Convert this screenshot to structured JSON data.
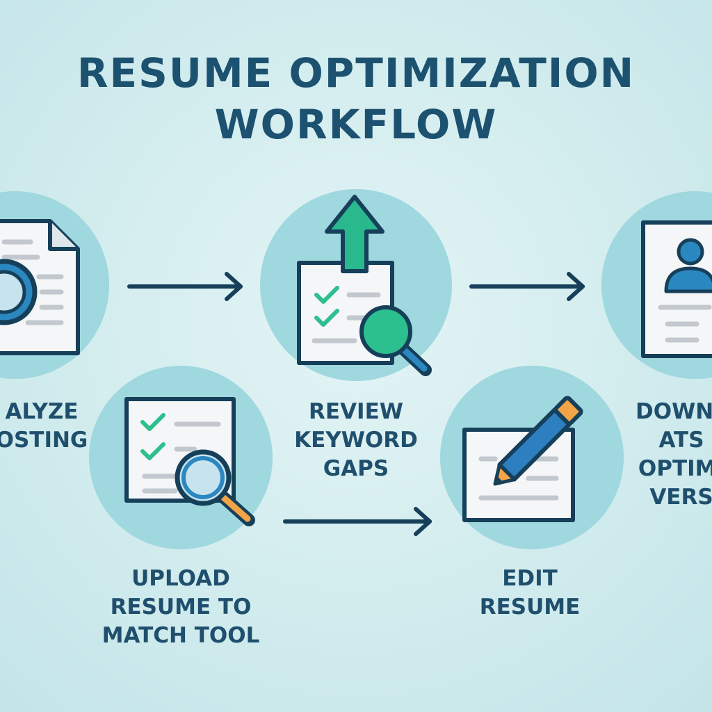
{
  "title": {
    "line1": "RESUME OPTIMIZATION",
    "line2": "WORKFLOW"
  },
  "steps": [
    {
      "id": "analyze",
      "lines": [
        "ALYZE",
        "OSTING"
      ],
      "icon": "document-magnifier-icon"
    },
    {
      "id": "review",
      "lines": [
        "REVIEW",
        "KEYWORD",
        "GAPS"
      ],
      "icon": "checklist-upload-magnifier-icon"
    },
    {
      "id": "download",
      "lines": [
        "DOWNL",
        "ATS",
        "OPTIMI",
        "VERS"
      ],
      "icon": "profile-document-icon"
    },
    {
      "id": "upload",
      "lines": [
        "UPLOAD",
        "RESUME TO",
        "MATCH TOOL"
      ],
      "icon": "checklist-magnifier-icon"
    },
    {
      "id": "edit",
      "lines": [
        "EDIT",
        "RESUME"
      ],
      "icon": "document-pencil-icon"
    }
  ],
  "colors": {
    "background": "#d2ecee",
    "circle": "#9fd8de",
    "outline": "#163f5a",
    "title": "#1c5170",
    "check": "#2fbf8f",
    "upload_arrow": "#29b98c",
    "magnifier_lens": "#1f8fc4",
    "pencil_body": "#2d7fc0",
    "pencil_tip": "#f2a446",
    "lines": "#c2c8cd"
  }
}
